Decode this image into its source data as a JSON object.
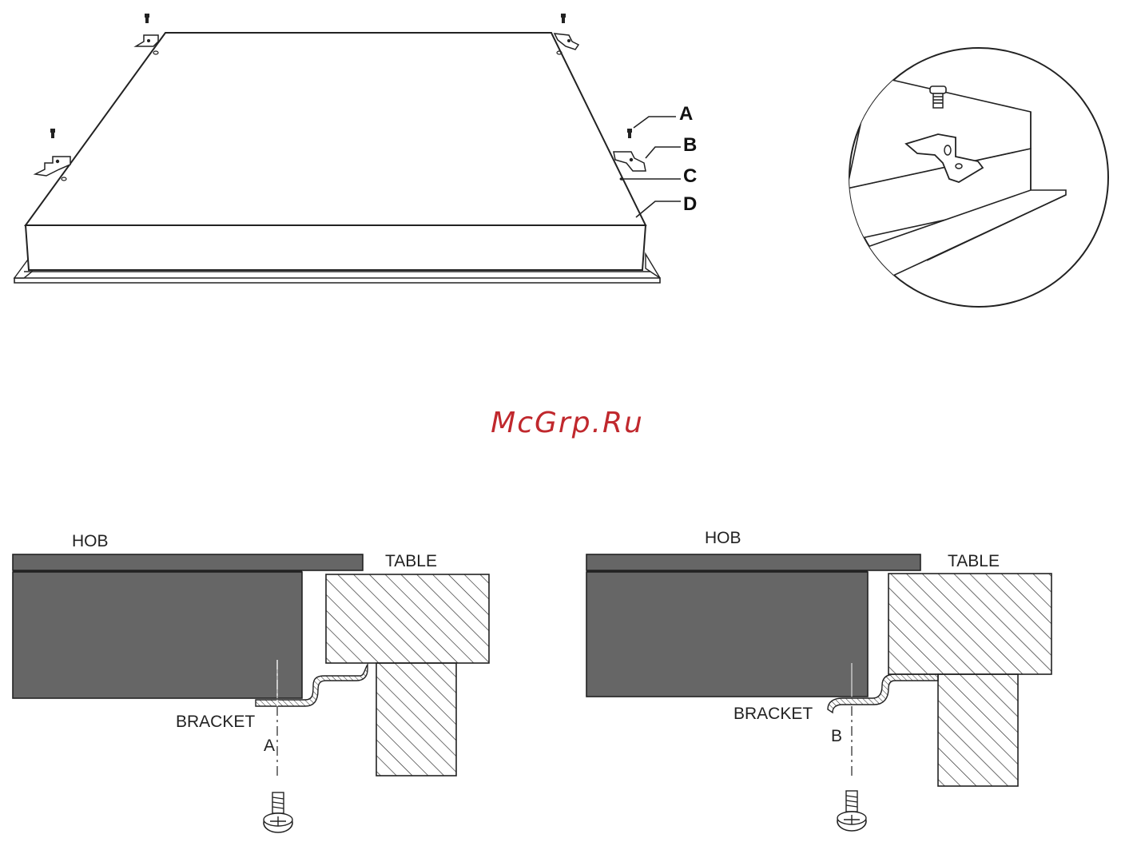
{
  "callouts": {
    "a": "A",
    "b": "B",
    "c": "C",
    "d": "D"
  },
  "watermark": "McGrp.Ru",
  "section_a": {
    "hob": "HOB",
    "table": "TABLE",
    "bracket": "BRACKET",
    "marker": "A"
  },
  "section_b": {
    "hob": "HOB",
    "table": "TABLE",
    "bracket": "BRACKET",
    "marker": "B"
  },
  "colors": {
    "hob": "#666666",
    "ink": "#222222",
    "watermark": "#c0282d",
    "surface": "#ffffff"
  }
}
